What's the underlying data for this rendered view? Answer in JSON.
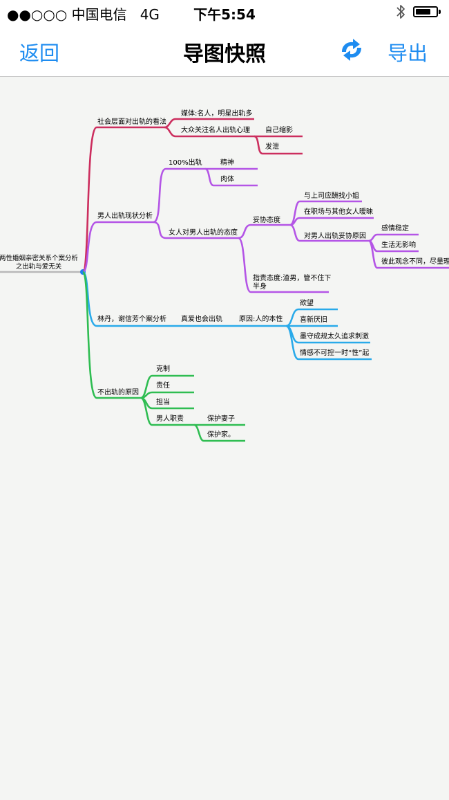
{
  "status_bar": {
    "signal": "●●○○○",
    "carrier": "中国电信",
    "network": "4G",
    "time": "下午5:54",
    "bluetooth_icon": "bluetooth-icon",
    "battery_icon": "battery-icon"
  },
  "nav": {
    "back_label": "返回",
    "title": "导图快照",
    "sync_icon": "sync-icon",
    "export_label": "导出",
    "accent_color": "#1e8cf0"
  },
  "mindmap": {
    "root": {
      "line1": "两性婚姻亲密关系个案分析",
      "line2": "之出轨与爱无关"
    },
    "colors": {
      "root_line": "#b8b8b8",
      "root_dot": "#1e7ff0",
      "branch_1": "#cc2e5e",
      "branch_2": "#b455e6",
      "branch_3": "#29aaea",
      "branch_4": "#2fbd52"
    },
    "nodes": {
      "b1": "社会层面对出轨的看法",
      "b1_1": "媒体:名人，明星出轨多",
      "b1_2": "大众关注名人出轨心理",
      "b1_2_1": "自己缩影",
      "b1_2_2": "发泄",
      "b2": "男人出轨现状分析",
      "b2_1": "100%出轨",
      "b2_1_1": "精神",
      "b2_1_2": "肉体",
      "b2_2": "女人对男人出轨的态度",
      "b2_2_1": "妥协态度",
      "b2_2_1_1": "与上司应酬找小姐",
      "b2_2_1_2": "在职场与其他女人暧昧",
      "b2_2_1_3": "对男人出轨妥协原因",
      "b2_2_1_3_1": "感情稳定",
      "b2_2_1_3_2": "生活无影响",
      "b2_2_1_3_3": "彼此观念不同，尽量理解",
      "b2_2_2_line1": "指责态度:渣男，管不住下",
      "b2_2_2_line2": "半身",
      "b3": "林丹，谢信芳个案分析",
      "b3_1": "真爱也会出轨",
      "b3_2": "原因:人的本性",
      "b3_2_1": "欲望",
      "b3_2_2": "喜新厌旧",
      "b3_2_3": "墨守成规太久追求刺激",
      "b3_2_4": "情感不可控一时“性”起",
      "b4": "不出轨的原因",
      "b4_1": "克制",
      "b4_2": "责任",
      "b4_3": "担当",
      "b4_4": "男人职责",
      "b4_4_1": "保护妻子",
      "b4_4_2": "保护家。"
    }
  }
}
